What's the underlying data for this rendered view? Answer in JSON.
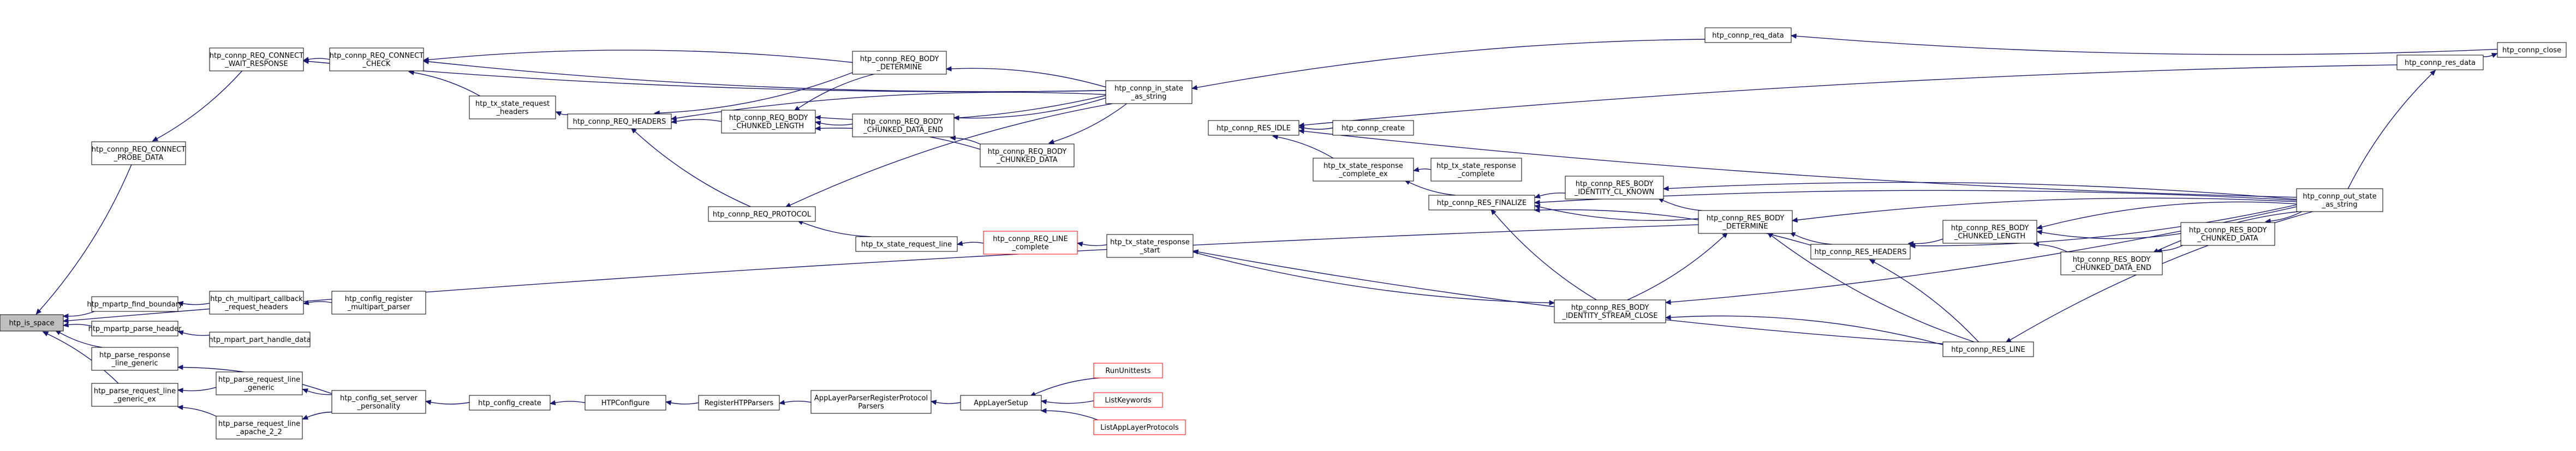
{
  "graph": {
    "nodes": [
      {
        "id": "htp_is_space",
        "lines": [
          "htp_is_space"
        ],
        "style": "root"
      },
      {
        "id": "htp_mpartp_find_boundary",
        "lines": [
          "htp_mpartp_find_boundary"
        ]
      },
      {
        "id": "htp_ch_multipart_callback_request_headers",
        "lines": [
          "htp_ch_multipart_callback",
          "_request_headers"
        ]
      },
      {
        "id": "htp_config_register_multipart_parser",
        "lines": [
          "htp_config_register",
          "_multipart_parser"
        ]
      },
      {
        "id": "htp_mpartp_parse_header",
        "lines": [
          "htp_mpartp_parse_header"
        ]
      },
      {
        "id": "htp_mpart_part_handle_data",
        "lines": [
          "htp_mpart_part_handle_data"
        ]
      },
      {
        "id": "htp_parse_response_line_generic",
        "lines": [
          "htp_parse_response",
          "_line_generic"
        ]
      },
      {
        "id": "htp_parse_request_line_generic_ex",
        "lines": [
          "htp_parse_request_line",
          "_generic_ex"
        ]
      },
      {
        "id": "htp_parse_request_line_generic",
        "lines": [
          "htp_parse_request_line",
          "_generic"
        ]
      },
      {
        "id": "htp_parse_request_line_apache_2_2",
        "lines": [
          "htp_parse_request_line",
          "_apache_2_2"
        ]
      },
      {
        "id": "htp_config_set_server_personality",
        "lines": [
          "htp_config_set_server",
          "_personality"
        ]
      },
      {
        "id": "htp_config_create",
        "lines": [
          "htp_config_create"
        ]
      },
      {
        "id": "HTPConfigure",
        "lines": [
          "HTPConfigure"
        ]
      },
      {
        "id": "RegisterHTPParsers",
        "lines": [
          "RegisterHTPParsers"
        ]
      },
      {
        "id": "AppLayerParserRegisterProtocolParsers",
        "lines": [
          "AppLayerParserRegisterProtocol",
          "Parsers"
        ]
      },
      {
        "id": "AppLayerSetup",
        "lines": [
          "AppLayerSetup"
        ]
      },
      {
        "id": "RunUnittests",
        "lines": [
          "RunUnittests"
        ],
        "style": "red"
      },
      {
        "id": "ListKeywords",
        "lines": [
          "ListKeywords"
        ],
        "style": "red"
      },
      {
        "id": "ListAppLayerProtocols",
        "lines": [
          "ListAppLayerProtocols"
        ],
        "style": "red"
      },
      {
        "id": "htp_connp_REQ_CONNECT_PROBE_DATA",
        "lines": [
          "htp_connp_REQ_CONNECT",
          "_PROBE_DATA"
        ]
      },
      {
        "id": "htp_connp_REQ_CONNECT_WAIT_RESPONSE",
        "lines": [
          "htp_connp_REQ_CONNECT",
          "_WAIT_RESPONSE"
        ]
      },
      {
        "id": "htp_connp_REQ_CONNECT_CHECK",
        "lines": [
          "htp_connp_REQ_CONNECT",
          "_CHECK"
        ]
      },
      {
        "id": "htp_tx_state_request_headers",
        "lines": [
          "htp_tx_state_request",
          "_headers"
        ]
      },
      {
        "id": "htp_connp_REQ_HEADERS",
        "lines": [
          "htp_connp_REQ_HEADERS"
        ]
      },
      {
        "id": "htp_connp_REQ_BODY_CHUNKED_LENGTH",
        "lines": [
          "htp_connp_REQ_BODY",
          "_CHUNKED_LENGTH"
        ]
      },
      {
        "id": "htp_connp_REQ_BODY_DETERMINE",
        "lines": [
          "htp_connp_REQ_BODY",
          "_DETERMINE"
        ]
      },
      {
        "id": "htp_connp_REQ_BODY_CHUNKED_DATA_END",
        "lines": [
          "htp_connp_REQ_BODY",
          "_CHUNKED_DATA_END"
        ]
      },
      {
        "id": "htp_connp_REQ_BODY_CHUNKED_DATA",
        "lines": [
          "htp_connp_REQ_BODY",
          "_CHUNKED_DATA"
        ]
      },
      {
        "id": "htp_connp_in_state_as_string",
        "lines": [
          "htp_connp_in_state",
          "_as_string"
        ]
      },
      {
        "id": "htp_connp_REQ_PROTOCOL",
        "lines": [
          "htp_connp_REQ_PROTOCOL"
        ]
      },
      {
        "id": "htp_tx_state_request_line",
        "lines": [
          "htp_tx_state_request_line"
        ]
      },
      {
        "id": "htp_connp_REQ_LINE_complete",
        "lines": [
          "htp_connp_REQ_LINE",
          "_complete"
        ],
        "style": "red"
      },
      {
        "id": "htp_tx_state_response_start",
        "lines": [
          "htp_tx_state_response",
          "_start"
        ]
      },
      {
        "id": "htp_connp_req_data",
        "lines": [
          "htp_connp_req_data"
        ]
      },
      {
        "id": "htp_connp_res_data",
        "lines": [
          "htp_connp_res_data"
        ]
      },
      {
        "id": "htp_connp_close",
        "lines": [
          "htp_connp_close"
        ]
      },
      {
        "id": "htp_connp_RES_IDLE",
        "lines": [
          "htp_connp_RES_IDLE"
        ]
      },
      {
        "id": "htp_connp_create",
        "lines": [
          "htp_connp_create"
        ]
      },
      {
        "id": "htp_tx_state_response_complete_ex",
        "lines": [
          "htp_tx_state_response",
          "_complete_ex"
        ]
      },
      {
        "id": "htp_tx_state_response_complete",
        "lines": [
          "htp_tx_state_response",
          "_complete"
        ]
      },
      {
        "id": "htp_connp_RES_FINALIZE",
        "lines": [
          "htp_connp_RES_FINALIZE"
        ]
      },
      {
        "id": "htp_connp_RES_BODY_IDENTITY_CL_KNOWN",
        "lines": [
          "htp_connp_RES_BODY",
          "_IDENTITY_CL_KNOWN"
        ]
      },
      {
        "id": "htp_connp_RES_BODY_DETERMINE",
        "lines": [
          "htp_connp_RES_BODY",
          "_DETERMINE"
        ]
      },
      {
        "id": "htp_connp_RES_HEADERS",
        "lines": [
          "htp_connp_RES_HEADERS"
        ]
      },
      {
        "id": "htp_connp_RES_BODY_CHUNKED_LENGTH",
        "lines": [
          "htp_connp_RES_BODY",
          "_CHUNKED_LENGTH"
        ]
      },
      {
        "id": "htp_connp_RES_BODY_CHUNKED_DATA",
        "lines": [
          "htp_connp_RES_BODY",
          "_CHUNKED_DATA"
        ]
      },
      {
        "id": "htp_connp_RES_BODY_CHUNKED_DATA_END",
        "lines": [
          "htp_connp_RES_BODY",
          "_CHUNKED_DATA_END"
        ]
      },
      {
        "id": "htp_connp_RES_BODY_IDENTITY_STREAM_CLOSE",
        "lines": [
          "htp_connp_RES_BODY",
          "_IDENTITY_STREAM_CLOSE"
        ]
      },
      {
        "id": "htp_connp_RES_LINE",
        "lines": [
          "htp_connp_RES_LINE"
        ]
      },
      {
        "id": "htp_connp_out_state_as_string",
        "lines": [
          "htp_connp_out_state",
          "_as_string"
        ]
      }
    ],
    "edges": [
      [
        "htp_mpartp_find_boundary",
        "htp_is_space"
      ],
      [
        "htp_mpartp_parse_header",
        "htp_is_space"
      ],
      [
        "htp_parse_response_line_generic",
        "htp_is_space"
      ],
      [
        "htp_parse_request_line_generic_ex",
        "htp_is_space"
      ],
      [
        "htp_connp_REQ_CONNECT_PROBE_DATA",
        "htp_is_space"
      ],
      [
        "htp_connp_RES_BODY_DETERMINE",
        "htp_is_space"
      ],
      [
        "htp_ch_multipart_callback_request_headers",
        "htp_mpartp_find_boundary"
      ],
      [
        "htp_config_register_multipart_parser",
        "htp_ch_multipart_callback_request_headers"
      ],
      [
        "htp_mpart_part_handle_data",
        "htp_mpartp_parse_header"
      ],
      [
        "htp_config_set_server_personality",
        "htp_parse_response_line_generic"
      ],
      [
        "htp_parse_request_line_generic",
        "htp_parse_request_line_generic_ex"
      ],
      [
        "htp_parse_request_line_apache_2_2",
        "htp_parse_request_line_generic_ex"
      ],
      [
        "htp_config_set_server_personality",
        "htp_parse_request_line_generic"
      ],
      [
        "htp_config_set_server_personality",
        "htp_parse_request_line_apache_2_2"
      ],
      [
        "htp_config_create",
        "htp_config_set_server_personality"
      ],
      [
        "HTPConfigure",
        "htp_config_create"
      ],
      [
        "RegisterHTPParsers",
        "HTPConfigure"
      ],
      [
        "AppLayerParserRegisterProtocolParsers",
        "RegisterHTPParsers"
      ],
      [
        "AppLayerSetup",
        "AppLayerParserRegisterProtocolParsers"
      ],
      [
        "RunUnittests",
        "AppLayerSetup"
      ],
      [
        "ListKeywords",
        "AppLayerSetup"
      ],
      [
        "ListAppLayerProtocols",
        "AppLayerSetup"
      ],
      [
        "htp_connp_REQ_CONNECT_WAIT_RESPONSE",
        "htp_connp_REQ_CONNECT_PROBE_DATA"
      ],
      [
        "htp_connp_REQ_CONNECT_CHECK",
        "htp_connp_REQ_CONNECT_WAIT_RESPONSE"
      ],
      [
        "htp_connp_in_state_as_string",
        "htp_connp_REQ_CONNECT_WAIT_RESPONSE"
      ],
      [
        "htp_connp_REQ_BODY_DETERMINE",
        "htp_connp_REQ_CONNECT_CHECK"
      ],
      [
        "htp_connp_in_state_as_string",
        "htp_connp_REQ_CONNECT_CHECK"
      ],
      [
        "htp_tx_state_request_headers",
        "htp_connp_REQ_CONNECT_CHECK"
      ],
      [
        "htp_connp_REQ_HEADERS",
        "htp_tx_state_request_headers"
      ],
      [
        "htp_connp_REQ_BODY_CHUNKED_LENGTH",
        "htp_connp_REQ_HEADERS"
      ],
      [
        "htp_connp_REQ_BODY_DETERMINE",
        "htp_connp_REQ_HEADERS"
      ],
      [
        "htp_connp_in_state_as_string",
        "htp_connp_REQ_HEADERS"
      ],
      [
        "htp_connp_REQ_PROTOCOL",
        "htp_connp_REQ_HEADERS"
      ],
      [
        "htp_connp_REQ_BODY_DETERMINE",
        "htp_connp_REQ_BODY_CHUNKED_LENGTH"
      ],
      [
        "htp_connp_REQ_BODY_CHUNKED_DATA_END",
        "htp_connp_REQ_BODY_CHUNKED_LENGTH"
      ],
      [
        "htp_connp_REQ_BODY_CHUNKED_DATA",
        "htp_connp_REQ_BODY_CHUNKED_LENGTH"
      ],
      [
        "htp_connp_in_state_as_string",
        "htp_connp_REQ_BODY_CHUNKED_LENGTH"
      ],
      [
        "htp_connp_in_state_as_string",
        "htp_connp_REQ_BODY_DETERMINE"
      ],
      [
        "htp_connp_in_state_as_string",
        "htp_connp_REQ_BODY_CHUNKED_DATA_END"
      ],
      [
        "htp_connp_REQ_BODY_CHUNKED_DATA",
        "htp_connp_REQ_BODY_CHUNKED_DATA_END"
      ],
      [
        "htp_connp_in_state_as_string",
        "htp_connp_REQ_BODY_CHUNKED_DATA"
      ],
      [
        "htp_connp_in_state_as_string",
        "htp_connp_REQ_PROTOCOL"
      ],
      [
        "htp_tx_state_request_line",
        "htp_connp_REQ_PROTOCOL"
      ],
      [
        "htp_connp_REQ_LINE_complete",
        "htp_tx_state_request_line"
      ],
      [
        "htp_tx_state_response_start",
        "htp_connp_REQ_LINE_complete"
      ],
      [
        "htp_connp_req_data",
        "htp_connp_in_state_as_string"
      ],
      [
        "htp_connp_close",
        "htp_connp_req_data"
      ],
      [
        "htp_connp_res_data",
        "htp_connp_close"
      ],
      [
        "htp_connp_out_state_as_string",
        "htp_connp_res_data"
      ],
      [
        "htp_connp_res_data",
        "htp_connp_RES_IDLE"
      ],
      [
        "htp_connp_create",
        "htp_connp_RES_IDLE"
      ],
      [
        "htp_tx_state_response_complete_ex",
        "htp_connp_RES_IDLE"
      ],
      [
        "htp_connp_out_state_as_string",
        "htp_connp_RES_IDLE"
      ],
      [
        "htp_tx_state_response_complete",
        "htp_tx_state_response_complete_ex"
      ],
      [
        "htp_connp_RES_FINALIZE",
        "htp_tx_state_response_complete_ex"
      ],
      [
        "htp_connp_RES_BODY_IDENTITY_CL_KNOWN",
        "htp_connp_RES_FINALIZE"
      ],
      [
        "htp_connp_RES_BODY_DETERMINE",
        "htp_connp_RES_FINALIZE"
      ],
      [
        "htp_connp_RES_HEADERS",
        "htp_connp_RES_FINALIZE"
      ],
      [
        "htp_connp_RES_BODY_IDENTITY_STREAM_CLOSE",
        "htp_connp_RES_FINALIZE"
      ],
      [
        "htp_connp_out_state_as_string",
        "htp_connp_RES_FINALIZE"
      ],
      [
        "htp_connp_RES_BODY_DETERMINE",
        "htp_connp_RES_BODY_IDENTITY_CL_KNOWN"
      ],
      [
        "htp_connp_out_state_as_string",
        "htp_connp_RES_BODY_IDENTITY_CL_KNOWN"
      ],
      [
        "htp_connp_RES_HEADERS",
        "htp_connp_RES_BODY_DETERMINE"
      ],
      [
        "htp_connp_out_state_as_string",
        "htp_connp_RES_BODY_DETERMINE"
      ],
      [
        "htp_connp_RES_LINE",
        "htp_connp_RES_BODY_DETERMINE"
      ],
      [
        "htp_connp_RES_BODY_IDENTITY_STREAM_CLOSE",
        "htp_connp_RES_BODY_DETERMINE"
      ],
      [
        "htp_connp_RES_BODY_CHUNKED_LENGTH",
        "htp_connp_RES_HEADERS"
      ],
      [
        "htp_connp_RES_LINE",
        "htp_connp_RES_HEADERS"
      ],
      [
        "htp_connp_out_state_as_string",
        "htp_connp_RES_HEADERS"
      ],
      [
        "htp_connp_RES_BODY_CHUNKED_DATA_END",
        "htp_connp_RES_BODY_CHUNKED_LENGTH"
      ],
      [
        "htp_connp_RES_BODY_CHUNKED_DATA",
        "htp_connp_RES_BODY_CHUNKED_LENGTH"
      ],
      [
        "htp_connp_out_state_as_string",
        "htp_connp_RES_BODY_CHUNKED_LENGTH"
      ],
      [
        "htp_connp_RES_BODY_CHUNKED_DATA",
        "htp_connp_RES_BODY_CHUNKED_DATA_END"
      ],
      [
        "htp_connp_out_state_as_string",
        "htp_connp_RES_BODY_CHUNKED_DATA_END"
      ],
      [
        "htp_connp_out_state_as_string",
        "htp_connp_RES_BODY_CHUNKED_DATA"
      ],
      [
        "htp_connp_RES_LINE",
        "htp_connp_RES_BODY_IDENTITY_STREAM_CLOSE"
      ],
      [
        "htp_connp_out_state_as_string",
        "htp_connp_RES_BODY_IDENTITY_STREAM_CLOSE"
      ],
      [
        "htp_connp_out_state_as_string",
        "htp_connp_RES_LINE"
      ],
      [
        "htp_connp_RES_LINE",
        "htp_tx_state_response_start"
      ],
      [
        "htp_tx_state_response_start",
        "htp_connp_RES_BODY_IDENTITY_STREAM_CLOSE"
      ]
    ]
  },
  "colors": {
    "edge": "#191970",
    "root_fill": "#bfbfbf",
    "node_fill": "#ffffff",
    "node_border": "#000000",
    "highlight_border": "#ff0000"
  }
}
